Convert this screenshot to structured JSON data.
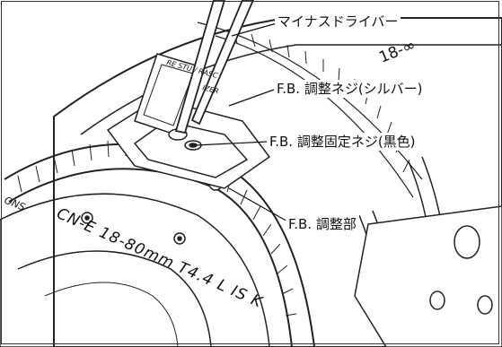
{
  "callouts": {
    "flathead_screwdriver": "マイナスドライバー",
    "fb_adjust_screw_silver": "F.B. 調整ネジ(シルバー)",
    "fb_lock_screw_black": "F.B. 調整固定ネジ(黒色)",
    "fb_adjust_section": "F.B. 調整部"
  },
  "lens_markings": {
    "model_text": "CN-E 18-80mm T4.4 L IS K",
    "focal_scale_text": "18-∞",
    "partial_brand_text": "ONS",
    "partial_plate_text": "RE STU / RASC",
    "partial_plate_text_2": "IZER"
  }
}
